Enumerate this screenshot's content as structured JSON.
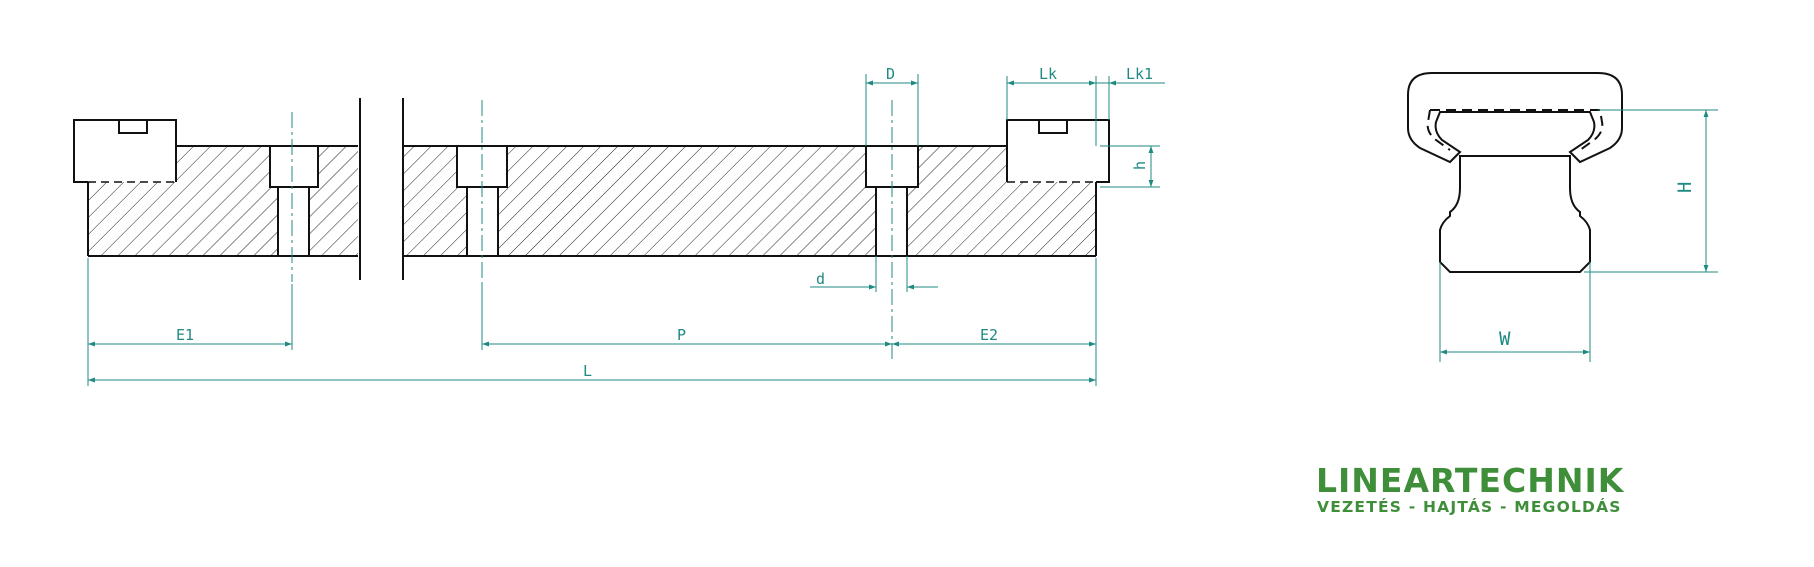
{
  "labels": {
    "D": "D",
    "Lk": "Lk",
    "Lk1": "Lk1",
    "h": "h",
    "d": "d",
    "E1": "E1",
    "P": "P",
    "E2": "E2",
    "L": "L",
    "H": "H",
    "W": "W"
  },
  "logo": {
    "brand": "LINEARTECHNIK",
    "tagline": "VEZETÉS - HAJTÁS - MEGOLDÁS"
  },
  "colors": {
    "outline": "#111111",
    "dimension": "#1f8a82",
    "brand": "#3f8f3a"
  }
}
